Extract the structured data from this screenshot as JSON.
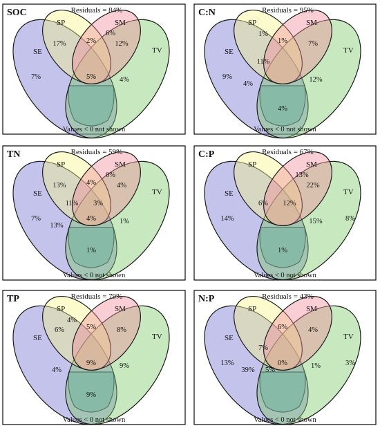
{
  "colors": {
    "SE": "#6f6fd0",
    "SP": "#f5f58a",
    "SM": "#f08a9a",
    "TV": "#7cc86a",
    "bottom": "#5fc4b8"
  },
  "panels": [
    {
      "title": "SOC",
      "residuals": "Residuals = 84%",
      "footer": "Values < 0 not shown",
      "labels": {
        "SE": "SE",
        "SP": "SP",
        "SM": "SM",
        "TV": "TV"
      },
      "values": {
        "sp_se": "17%",
        "sp_sm": "2%",
        "sm_only": "6%",
        "sm_tv": "12%",
        "se_only": "7%",
        "center": "5%",
        "tv_mid": "4%",
        "bottom": ""
      }
    },
    {
      "title": "C:N",
      "residuals": "Residuals = 95%",
      "footer": "Values < 0 not shown",
      "labels": {
        "SE": "SE",
        "SP": "SP",
        "SM": "SM",
        "TV": "TV"
      },
      "values": {
        "sp_only": "1%",
        "sp_sm": "1%",
        "sm_tv": "7%",
        "se_sp": "11%",
        "se_only": "9%",
        "se_lower": "4%",
        "tv_mid": "12%",
        "bottom": "4%"
      }
    },
    {
      "title": "TN",
      "residuals": "Residuals = 59%",
      "footer": "Values < 0 not shown",
      "labels": {
        "SE": "SE",
        "SP": "SP",
        "SM": "SM",
        "TV": "TV"
      },
      "values": {
        "sp_se": "13%",
        "sp_sm": "4%",
        "sm_only": "0%",
        "sm_tv": "4%",
        "se_sp": "11%",
        "center_up": "3%",
        "se_only": "7%",
        "se_lower": "13%",
        "tv_mid": "1%",
        "center": "4%",
        "bottom": "1%"
      }
    },
    {
      "title": "C:P",
      "residuals": "Residuals = 67%",
      "footer": "Values < 0 not shown",
      "labels": {
        "SE": "SE",
        "SP": "SP",
        "SM": "SM",
        "TV": "TV"
      },
      "values": {
        "sm_only": "13%",
        "sm_tv": "22%",
        "se_sp": "6%",
        "center_up": "12%",
        "se_only": "14%",
        "tv_only": "8%",
        "tv_mid": "15%",
        "bottom": "1%"
      }
    },
    {
      "title": "TP",
      "residuals": "Residuals = 79%",
      "footer": "Values < 0 not shown",
      "labels": {
        "SE": "SE",
        "SP": "SP",
        "SM": "SM",
        "TV": "TV"
      },
      "values": {
        "sp_only": "4%",
        "sp_se": "6%",
        "sp_sm": "5%",
        "sm_tv": "8%",
        "se_lower": "4%",
        "center": "9%",
        "tv_mid": "9%",
        "bottom": "9%"
      }
    },
    {
      "title": "N:P",
      "residuals": "Residuals = 43%",
      "footer": "Values < 0 not shown",
      "labels": {
        "SE": "SE",
        "SP": "SP",
        "SM": "SM",
        "TV": "TV"
      },
      "values": {
        "sp_sm": "6%",
        "sm_tv": "4%",
        "se_sp": "7%",
        "se_only": "13%",
        "tv_only": "3%",
        "se_lower": "39%",
        "center_lower": "5%",
        "center": "0%",
        "tv_mid": "1%"
      }
    }
  ]
}
